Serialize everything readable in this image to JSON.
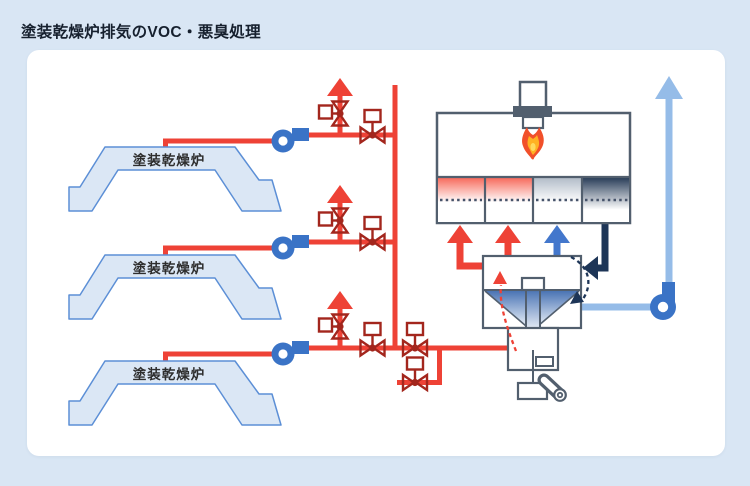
{
  "page": {
    "title": "塗装乾燥炉排気のVOC・悪臭処理",
    "background_color": "#d9e6f4",
    "card_color": "#ffffff"
  },
  "ovens": [
    {
      "label": "塗装乾燥炉"
    },
    {
      "label": "塗装乾燥炉"
    },
    {
      "label": "塗装乾燥炉"
    }
  ],
  "colors": {
    "voc_exhaust_pipe": "#ee4236",
    "damper_valve": "#a3261d",
    "fan_blue": "#3a73c6",
    "clean_exhaust_pipe": "#95bce8",
    "treated_hot_pipe": "#1d3557",
    "equipment_outline": "#525f6e",
    "oven_fill": "#dbe7f5",
    "oven_border": "#5c8fd6",
    "flame_outer": "#f1502a",
    "flame_inner": "#ffb123",
    "bed_hot_gradient": "#f76c5e",
    "bed_mid_gradient": "#b3bdc9",
    "bed_cold_gradient": "#2b3f5a"
  },
  "icons": {
    "exhaust-fan-icon": "centrifugal blower (circle + duct)",
    "stack-fan-icon": "centrifugal blower (circle + duct up)",
    "damper-valve-icon": "butterfly valve with actuator box",
    "bypass-stack-arrow": "red up arrow",
    "stack-arrow": "light blue up arrow",
    "burner-icon": "burner block",
    "flame-icon": "flame",
    "drive-motor-icon": "motor with crank"
  }
}
